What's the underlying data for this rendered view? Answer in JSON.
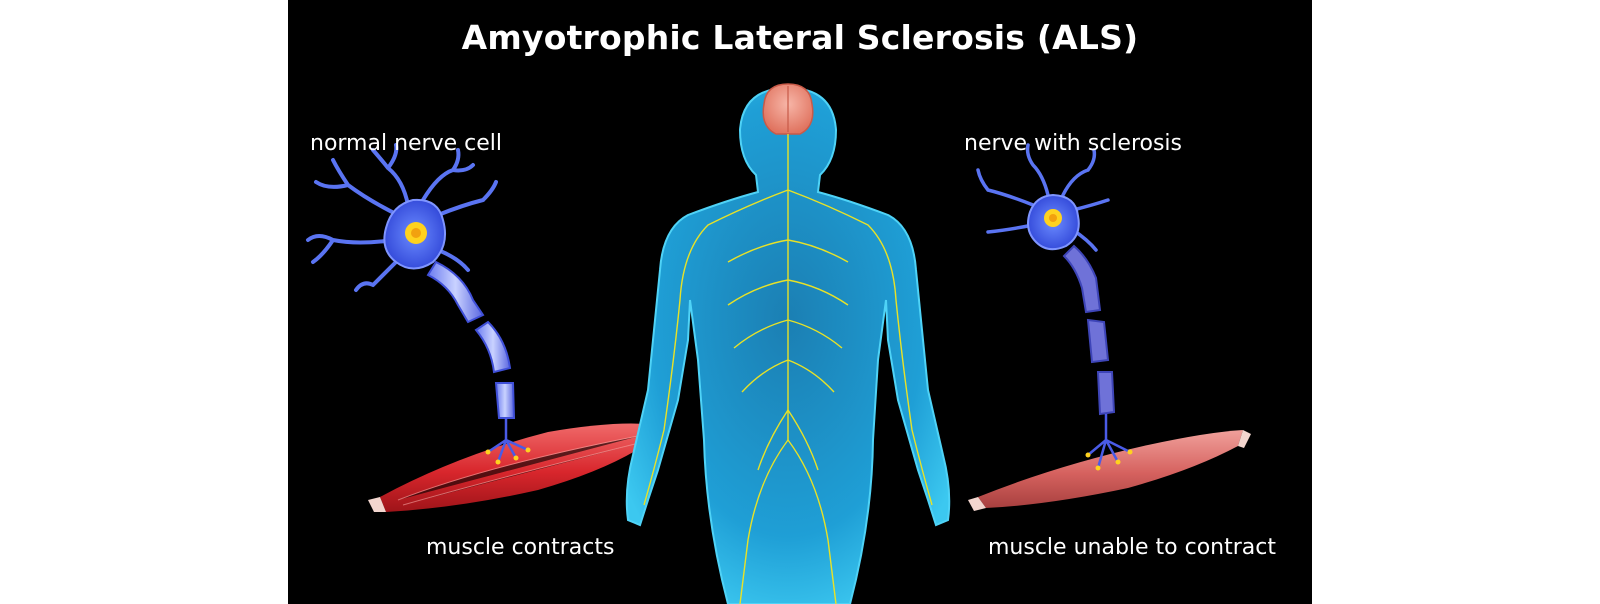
{
  "title": "Amyotrophic Lateral Sclerosis (ALS)",
  "labels": {
    "normal_nerve": "normal nerve cell",
    "sclerosis_nerve": "nerve with sclerosis",
    "muscle_contracts": "muscle contracts",
    "muscle_unable": "muscle unable to contract"
  },
  "colors": {
    "background": "#000000",
    "body": "#1f9fd6",
    "nerves": "#e8e227",
    "brain": "#f29a8a",
    "neuron": "#3f5fe6",
    "nucleus": "#ffd21f",
    "muscle_healthy": "#d8262c",
    "muscle_weak": "#d6625f"
  }
}
